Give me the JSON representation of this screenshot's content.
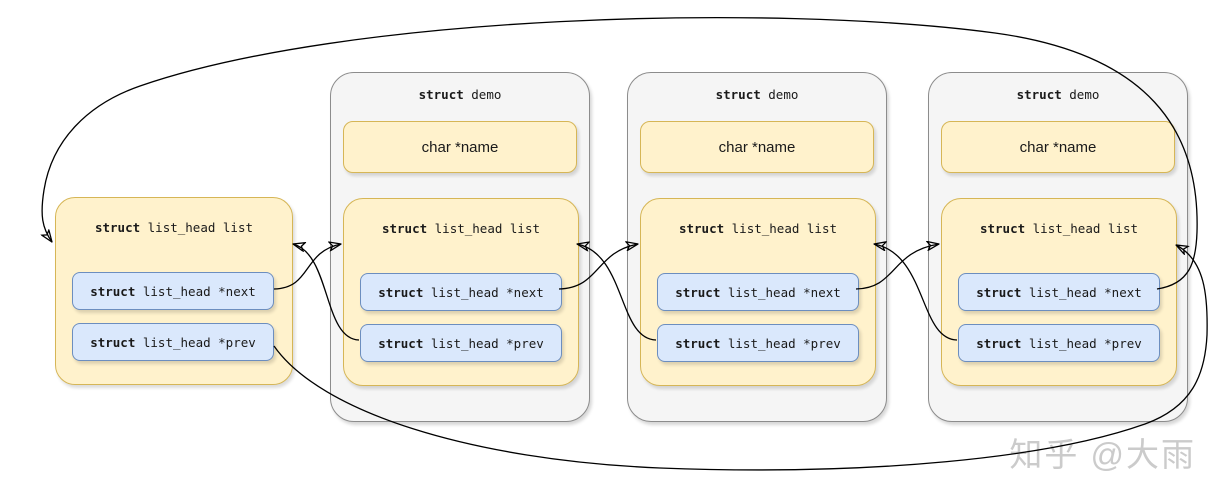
{
  "nodes": [
    {
      "kind": "head-list-node",
      "list": {
        "keyword": "struct",
        "title": " list_head list",
        "next": {
          "keyword": "struct",
          "label": " list_head *next"
        },
        "prev": {
          "keyword": "struct",
          "label": " list_head *prev"
        }
      }
    },
    {
      "kind": "demo-struct",
      "header": {
        "keyword": "struct",
        "label": " demo"
      },
      "name_field": "char *name",
      "list": {
        "keyword": "struct",
        "title": " list_head list",
        "next": {
          "keyword": "struct",
          "label": " list_head *next"
        },
        "prev": {
          "keyword": "struct",
          "label": " list_head *prev"
        }
      }
    },
    {
      "kind": "demo-struct",
      "header": {
        "keyword": "struct",
        "label": " demo"
      },
      "name_field": "char *name",
      "list": {
        "keyword": "struct",
        "title": " list_head list",
        "next": {
          "keyword": "struct",
          "label": " list_head *next"
        },
        "prev": {
          "keyword": "struct",
          "label": " list_head *prev"
        }
      }
    },
    {
      "kind": "demo-struct",
      "header": {
        "keyword": "struct",
        "label": " demo"
      },
      "name_field": "char *name",
      "list": {
        "keyword": "struct",
        "title": " list_head list",
        "next": {
          "keyword": "struct",
          "label": " list_head *next"
        },
        "prev": {
          "keyword": "struct",
          "label": " list_head *prev"
        }
      }
    }
  ],
  "connections": [
    "head.list.next -> demo1.list",
    "demo1.list.prev -> head.list",
    "demo1.list.next -> demo2.list",
    "demo2.list.prev -> demo1.list",
    "demo2.list.next -> demo3.list",
    "demo3.list.prev -> demo2.list",
    "demo3.list.next -> head.list (long arc over the top)",
    "head.list.prev -> demo3.list (long arc under the bottom)"
  ],
  "watermark": "知乎 @大雨",
  "colors": {
    "list_box_fill": "#fff2cc",
    "list_box_border": "#d6b656",
    "pointer_field_fill": "#dae8fc",
    "pointer_field_border": "#6c8ebf",
    "demo_box_fill": "#f5f5f5",
    "demo_box_border": "#8c8c8c",
    "arrow": "#000000",
    "watermark": "#cbcbcb"
  }
}
